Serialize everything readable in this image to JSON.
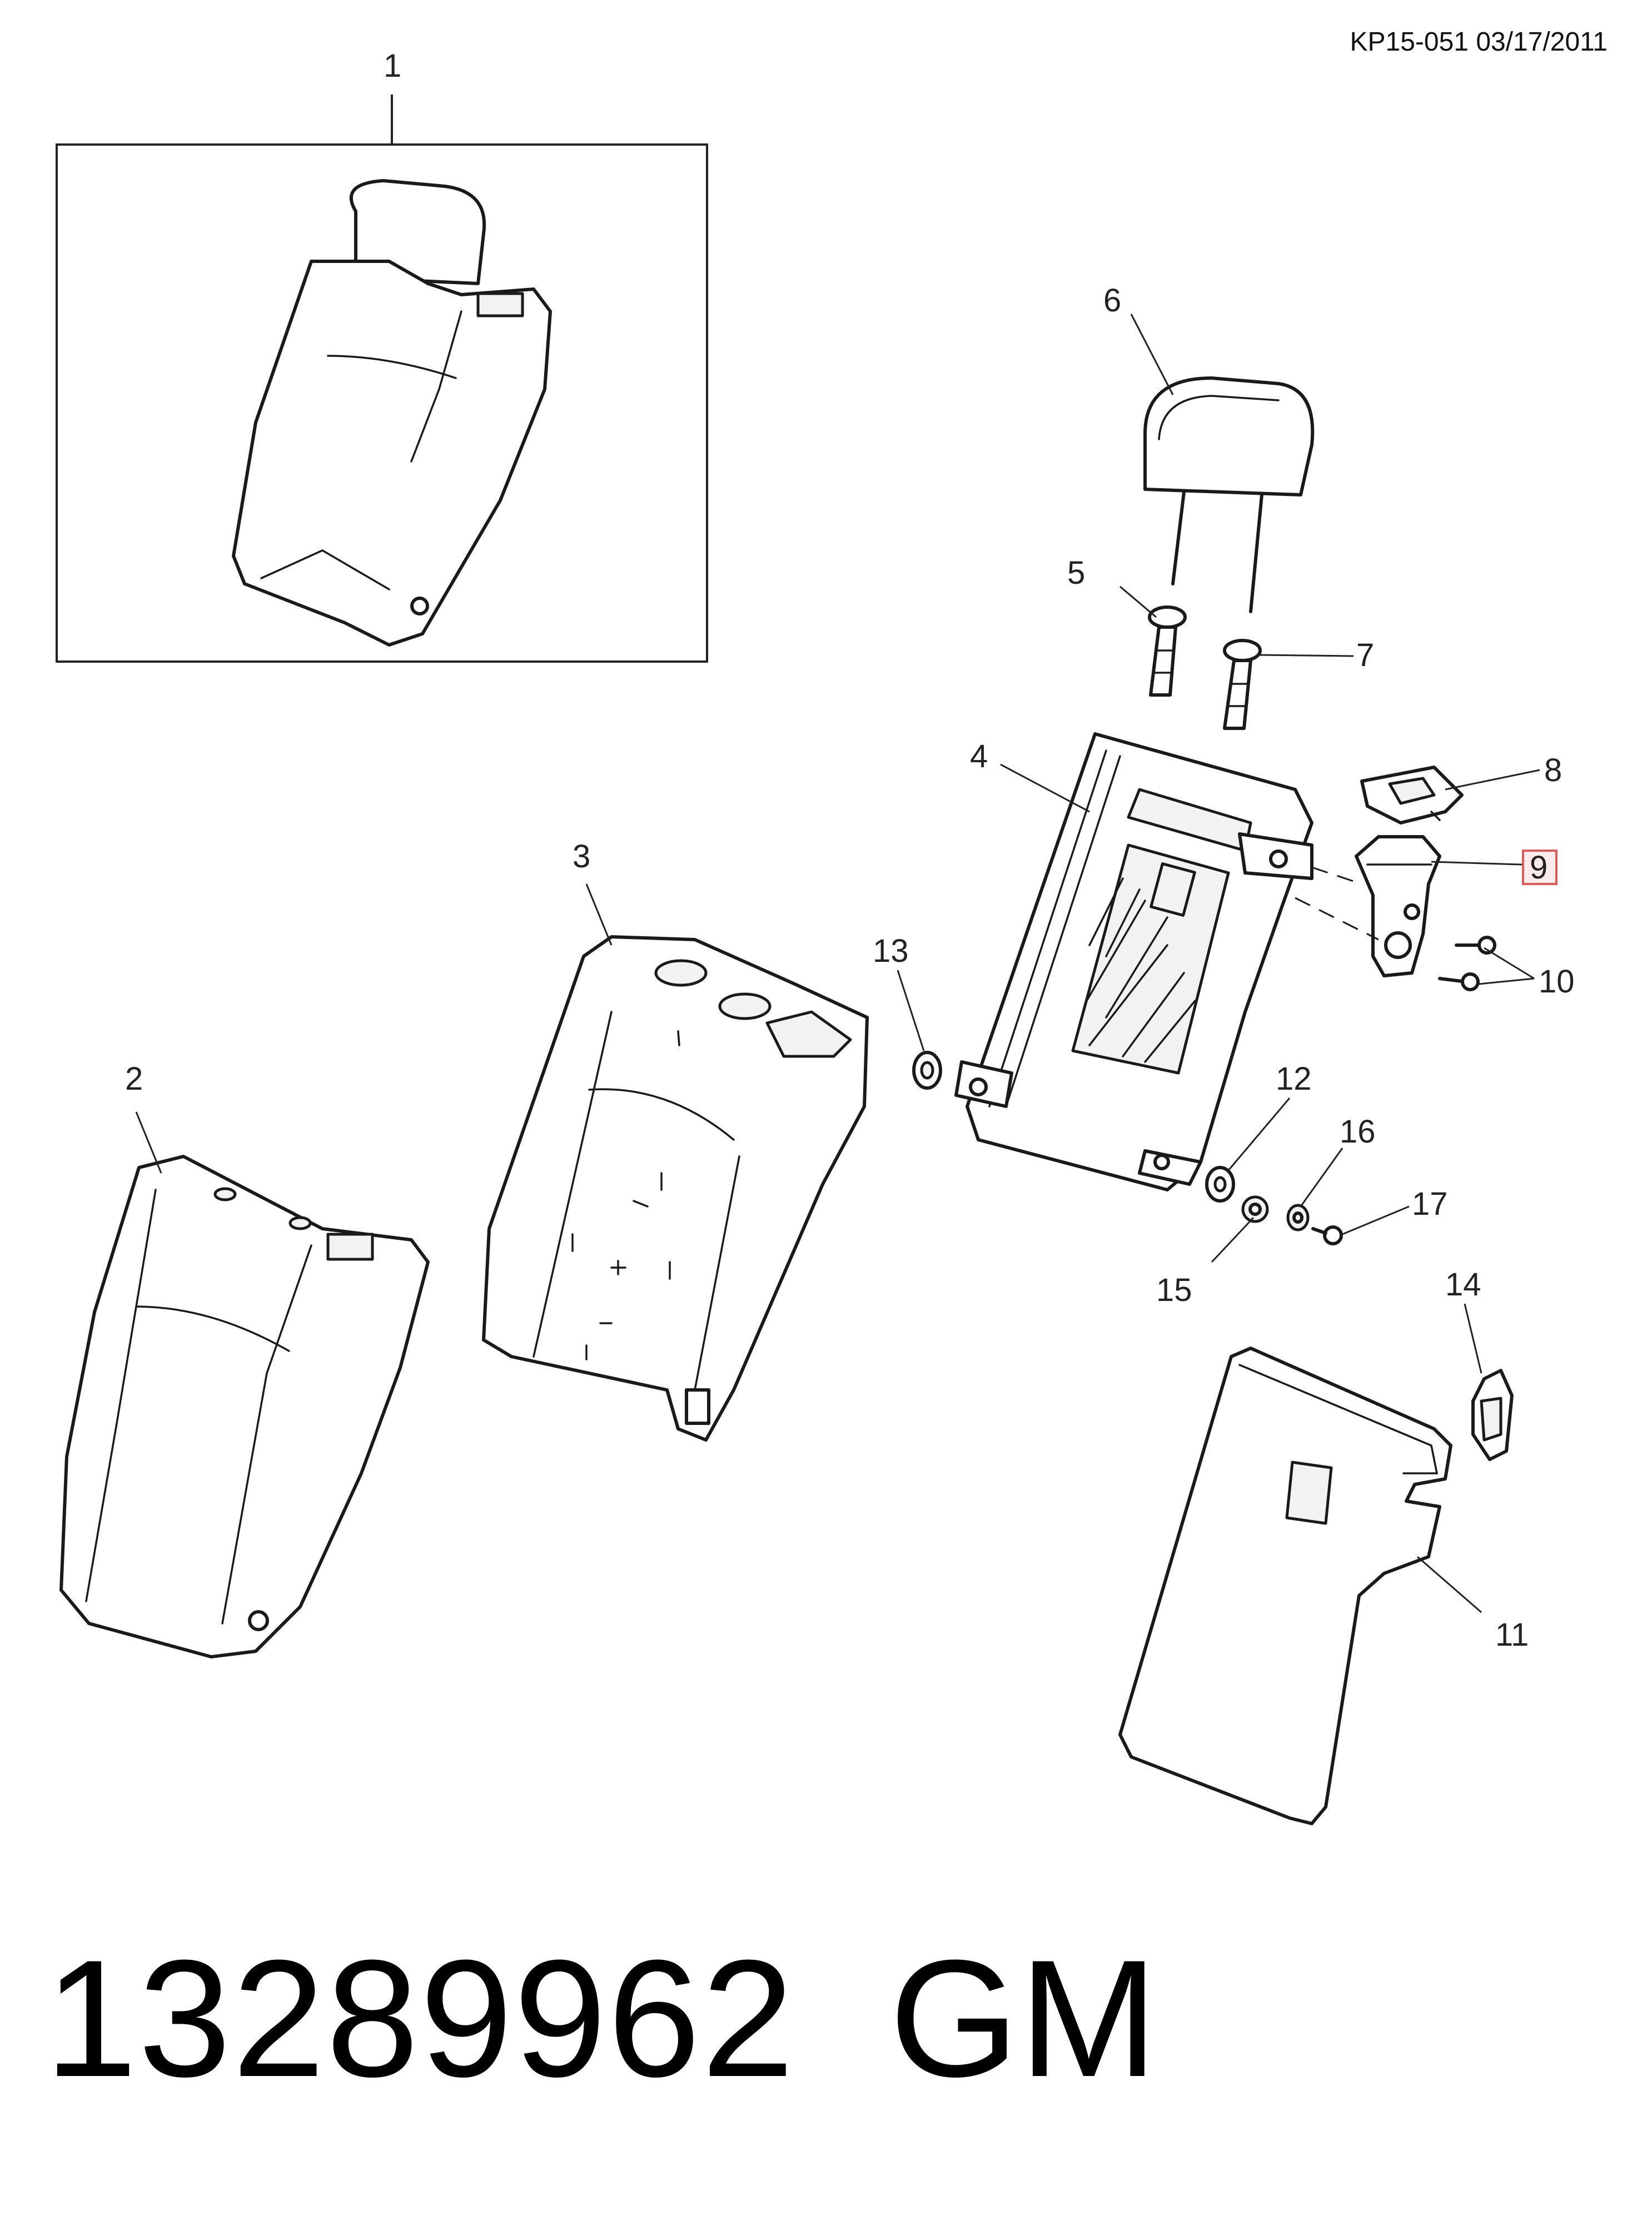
{
  "header": {
    "doc_ref": "KP15-051 03/17/2011"
  },
  "footer": {
    "part_number": "13289962",
    "maker": "GM"
  },
  "callouts": [
    {
      "id": "c1",
      "label": "1"
    },
    {
      "id": "c2",
      "label": "2"
    },
    {
      "id": "c3",
      "label": "3"
    },
    {
      "id": "c4",
      "label": "4"
    },
    {
      "id": "c5",
      "label": "5"
    },
    {
      "id": "c6",
      "label": "6"
    },
    {
      "id": "c7",
      "label": "7"
    },
    {
      "id": "c8",
      "label": "8"
    },
    {
      "id": "c9",
      "label": "9",
      "highlight": "#e05a5a"
    },
    {
      "id": "c10",
      "label": "10"
    },
    {
      "id": "c11",
      "label": "11"
    },
    {
      "id": "c12",
      "label": "12"
    },
    {
      "id": "c13",
      "label": "13"
    },
    {
      "id": "c14",
      "label": "14"
    },
    {
      "id": "c15",
      "label": "15"
    },
    {
      "id": "c16",
      "label": "16"
    },
    {
      "id": "c17",
      "label": "17"
    }
  ]
}
